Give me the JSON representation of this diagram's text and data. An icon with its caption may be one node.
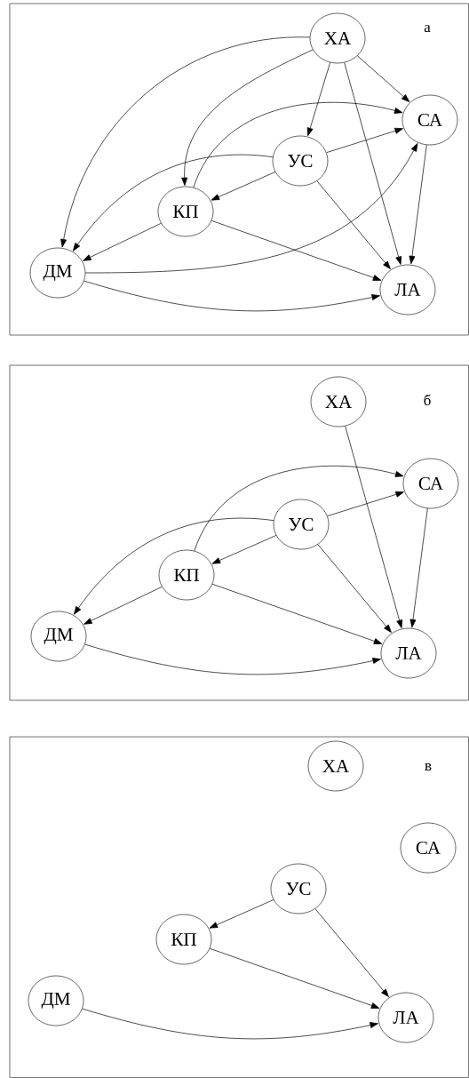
{
  "diagram": {
    "nodes": [
      {
        "text": [
          "а"
        ]
      },
      {
        "text": [
          "ХА"
        ],
        "in": 0
      },
      {
        "text": [
          "СА"
        ],
        "in": 0
      },
      {
        "text": [
          "УС"
        ],
        "in": 0
      },
      {
        "text": [
          "КП"
        ],
        "in": 0
      },
      {
        "text": [
          "ДМ"
        ],
        "in": 0
      },
      {
        "text": [
          "ЛА"
        ],
        "in": 0
      },
      {
        "text": [
          "б"
        ]
      },
      {
        "text": [
          "ХА"
        ],
        "in": 7
      },
      {
        "text": [
          "СА"
        ],
        "in": 7
      },
      {
        "text": [
          "УС"
        ],
        "in": 7
      },
      {
        "text": [
          "КП"
        ],
        "in": 7
      },
      {
        "text": [
          "ДМ"
        ],
        "in": 7
      },
      {
        "text": [
          "ЛА"
        ],
        "in": 7
      },
      {
        "text": [
          "в"
        ]
      },
      {
        "text": [
          "ХА"
        ],
        "in": 14
      },
      {
        "text": [
          "СА"
        ],
        "in": 14
      },
      {
        "text": [
          "УС"
        ],
        "in": 14
      },
      {
        "text": [
          "КП"
        ],
        "in": 14
      },
      {
        "text": [
          "ДМ"
        ],
        "in": 14
      },
      {
        "text": [
          "ЛА"
        ],
        "in": 14
      }
    ],
    "edges": [
      {
        "from": 1,
        "to": 5,
        "arrow": "to"
      },
      {
        "from": 1,
        "to": 4,
        "arrow": "to"
      },
      {
        "from": 1,
        "to": 3,
        "arrow": "to"
      },
      {
        "from": 1,
        "to": 2,
        "arrow": "to"
      },
      {
        "from": 1,
        "to": 6,
        "arrow": "to"
      },
      {
        "from": 4,
        "to": 2,
        "arrow": "to"
      },
      {
        "from": 3,
        "to": 5,
        "arrow": "to"
      },
      {
        "from": 3,
        "to": 2,
        "arrow": "to"
      },
      {
        "from": 3,
        "to": 4,
        "arrow": "to"
      },
      {
        "from": 3,
        "to": 6,
        "arrow": "to"
      },
      {
        "from": 5,
        "to": 2,
        "arrow": "to"
      },
      {
        "from": 4,
        "to": 5,
        "arrow": "to"
      },
      {
        "from": 4,
        "to": 6,
        "arrow": "to"
      },
      {
        "from": 2,
        "to": 6,
        "arrow": "to"
      },
      {
        "from": 5,
        "to": 6,
        "arrow": "to"
      },
      {
        "from": 8,
        "to": 13,
        "arrow": "to"
      },
      {
        "from": 11,
        "to": 9,
        "arrow": "to"
      },
      {
        "from": 10,
        "to": 12,
        "arrow": "to"
      },
      {
        "from": 10,
        "to": 9,
        "arrow": "to"
      },
      {
        "from": 10,
        "to": 11,
        "arrow": "to"
      },
      {
        "from": 10,
        "to": 13,
        "arrow": "to"
      },
      {
        "from": 11,
        "to": 12,
        "arrow": "to"
      },
      {
        "from": 11,
        "to": 13,
        "arrow": "to"
      },
      {
        "from": 9,
        "to": 13,
        "arrow": "to"
      },
      {
        "from": 12,
        "to": 13,
        "arrow": "to"
      },
      {
        "from": 17,
        "to": 18,
        "arrow": "to"
      },
      {
        "from": 17,
        "to": 20,
        "arrow": "to"
      },
      {
        "from": 18,
        "to": 20,
        "arrow": "to"
      },
      {
        "from": 19,
        "to": 20,
        "arrow": "to"
      }
    ]
  }
}
